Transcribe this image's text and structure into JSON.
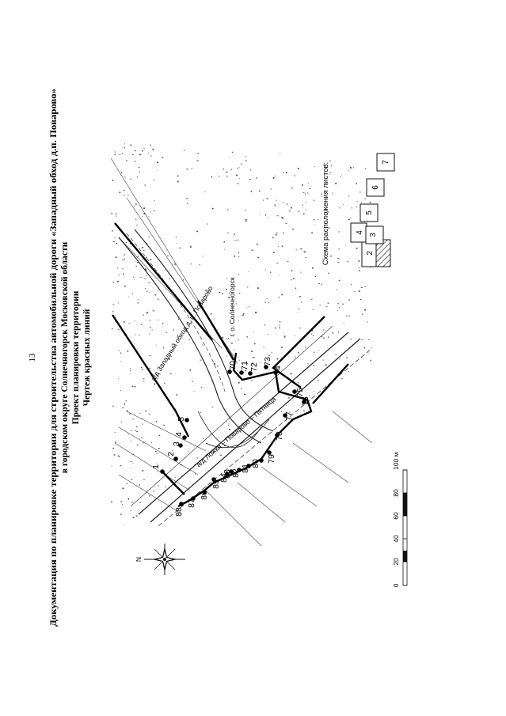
{
  "page_number": "13",
  "title": {
    "line1": "Документация по планировке территории для строительства автомобильной дороги «Западный обход д.п. Поварово»",
    "line2": "в городском округе Солнечногорск Московской области",
    "line3": "Проект планировки территории",
    "line4": "Чертеж красных линий"
  },
  "map": {
    "roads": {
      "west_bypass": "а/д Западный обход д. п. Поварово",
      "lozhki": "а/д Ложки – Поварово – Пятница",
      "solnechnogorsk": "г. о. Солнечногорск"
    },
    "point_labels": [
      "1",
      "2",
      "3",
      "4",
      "5",
      "70",
      "71",
      "72",
      "73",
      "74",
      "75",
      "76",
      "77",
      "78",
      "79",
      "80",
      "81",
      "82",
      "83",
      "84",
      "85",
      "86",
      "87",
      "88"
    ]
  },
  "sheet_scheme": {
    "title": "Схема расположения листов:",
    "sheets": [
      "2",
      "3",
      "4",
      "5",
      "6",
      "7"
    ]
  },
  "scale_bar": {
    "ticks": [
      "0",
      "20",
      "40",
      "60",
      "80",
      "100 м"
    ]
  },
  "compass": {
    "north_label": "N",
    "icon": "compass-rose-icon"
  },
  "colors": {
    "ink": "#111111",
    "hatch": "#9a9a9a"
  }
}
